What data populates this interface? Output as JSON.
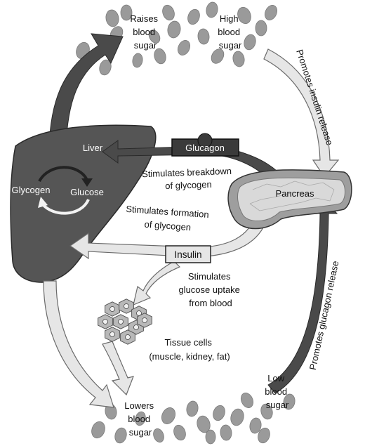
{
  "labels": {
    "raises_blood_sugar": [
      "Raises",
      "blood",
      "sugar"
    ],
    "high_blood_sugar": [
      "High",
      "blood",
      "sugar"
    ],
    "promotes_insulin_release": "Promotes insulin release",
    "liver": "Liver",
    "glucagon": "Glucagon",
    "stimulates_breakdown": [
      "Stimulates breakdown",
      "of glycogen"
    ],
    "glycogen": "Glycogen",
    "glucose": "Glucose",
    "pancreas": "Pancreas",
    "stimulates_formation": [
      "Stimulates formation",
      "of glycogen"
    ],
    "insulin": "Insulin",
    "stimulates_uptake": [
      "Stimulates",
      "glucose uptake",
      "from blood"
    ],
    "tissue_cells": [
      "Tissue cells",
      "(muscle, kidney, fat)"
    ],
    "promotes_glucagon_release": "Promotes glucagon release",
    "low_blood_sugar": [
      "Low",
      "blood",
      "sugar"
    ],
    "lowers_blood_sugar": [
      "Lowers",
      "blood",
      "sugar"
    ]
  },
  "colors": {
    "dark": "#4a4a4a",
    "liver": "#555555",
    "light_arrow": "#e6e6e6",
    "cell": "#9a9a9a",
    "pancreas": "#d9d9d9"
  }
}
